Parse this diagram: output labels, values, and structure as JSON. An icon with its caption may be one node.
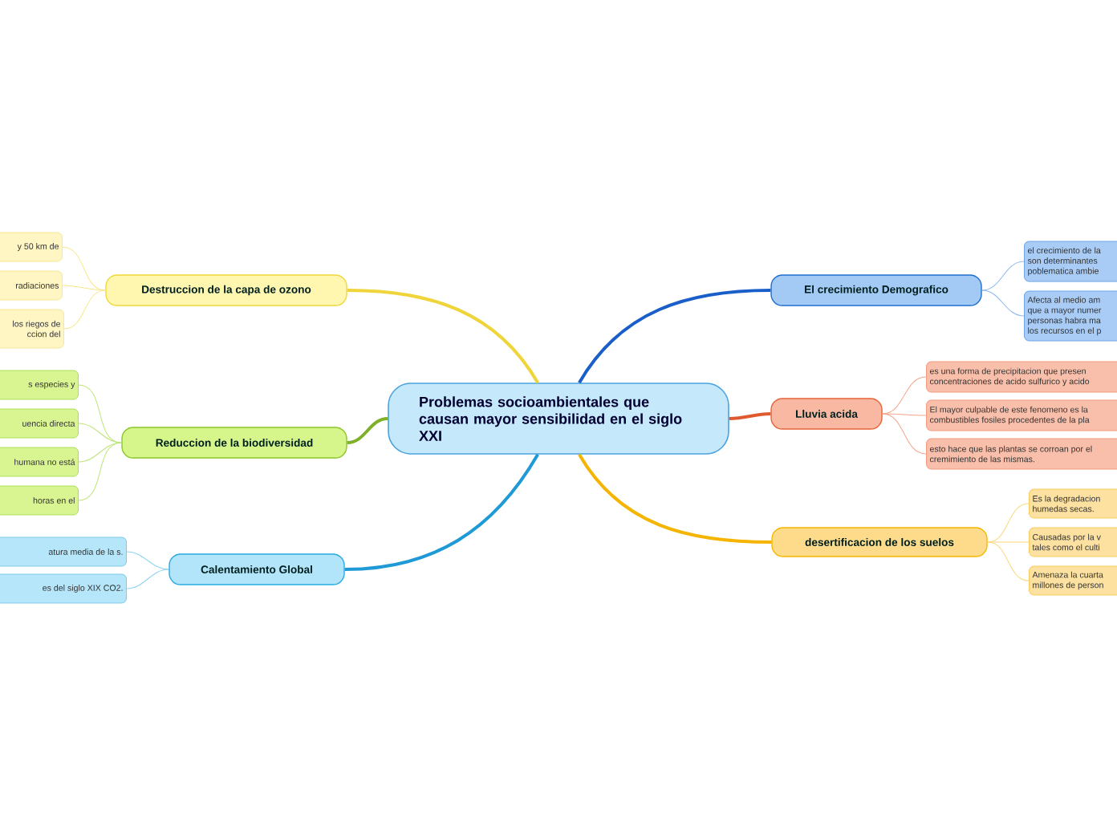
{
  "diagram": {
    "nodes": [
      {
        "text": [
          "Problemas socioambientales que causan mayor sensibilidad en el siglo XXI"
        ]
      },
      {
        "text": [
          "El crecimiento Demografico"
        ]
      },
      {
        "text": [
          "el crecimiento de la son determinantes poblematica ambie"
        ]
      },
      {
        "text": [
          "Afecta al medio am que a mayor numer personas habra ma los recursos en el p"
        ]
      },
      {
        "text": [
          "Lluvia acida"
        ]
      },
      {
        "text": [
          "es una forma de precipitacion que presen concentraciones de acido sulfurico y acido"
        ]
      },
      {
        "text": [
          "El mayor culpable de este fenomeno es la combustibles fosiles procedentes de la pla"
        ]
      },
      {
        "text": [
          "esto hace que las plantas se corroan por el cremimiento de las mismas."
        ]
      },
      {
        "text": [
          "desertificacion de los suelos"
        ]
      },
      {
        "text": [
          "Es la degradacion humedas secas."
        ]
      },
      {
        "text": [
          "Causadas por la v tales como el culti"
        ]
      },
      {
        "text": [
          "Amenaza la cuarta millones de person"
        ]
      },
      {
        "text": [
          "Destruccion de la capa de ozono"
        ]
      },
      {
        "text": [
          "y 50 km de"
        ]
      },
      {
        "text": [
          "radiaciones"
        ]
      },
      {
        "text": [
          "los riegos de ccion del"
        ]
      },
      {
        "text": [
          "Reduccion de la biodiversidad"
        ]
      },
      {
        "text": [
          "s especies y"
        ]
      },
      {
        "text": [
          "uencia directa"
        ]
      },
      {
        "text": [
          "humana no está"
        ]
      },
      {
        "text": [
          "horas en el"
        ]
      },
      {
        "text": [
          "Calentamiento Global"
        ]
      },
      {
        "text": [
          "atura media de la s."
        ]
      },
      {
        "text": [
          "es del siglo XIX CO2."
        ]
      }
    ],
    "edges": [
      {
        "from": 0,
        "to": 1,
        "arrow": "none",
        "style": "thick",
        "color": "#1a5fc9"
      },
      {
        "from": 1,
        "to": 2,
        "arrow": "none",
        "color": "#8bb8ef"
      },
      {
        "from": 1,
        "to": 3,
        "arrow": "none",
        "color": "#8bb8ef"
      },
      {
        "from": 0,
        "to": 4,
        "arrow": "none",
        "style": "thick",
        "color": "#e05a2f"
      },
      {
        "from": 4,
        "to": 5,
        "arrow": "none",
        "color": "#f6a58c"
      },
      {
        "from": 4,
        "to": 6,
        "arrow": "none",
        "color": "#f6a58c"
      },
      {
        "from": 4,
        "to": 7,
        "arrow": "none",
        "color": "#f6a58c"
      },
      {
        "from": 0,
        "to": 8,
        "arrow": "none",
        "style": "thick",
        "color": "#f5b400"
      },
      {
        "from": 8,
        "to": 9,
        "arrow": "none",
        "color": "#fbd57a"
      },
      {
        "from": 8,
        "to": 10,
        "arrow": "none",
        "color": "#fbd57a"
      },
      {
        "from": 8,
        "to": 11,
        "arrow": "none",
        "color": "#fbd57a"
      },
      {
        "from": 0,
        "to": 12,
        "arrow": "none",
        "style": "thick",
        "color": "#efd43a"
      },
      {
        "from": 12,
        "to": 13,
        "arrow": "none",
        "color": "#f7e78a"
      },
      {
        "from": 12,
        "to": 14,
        "arrow": "none",
        "color": "#f7e78a"
      },
      {
        "from": 12,
        "to": 15,
        "arrow": "none",
        "color": "#f7e78a"
      },
      {
        "from": 0,
        "to": 16,
        "arrow": "none",
        "style": "thick",
        "color": "#7fb02a"
      },
      {
        "from": 16,
        "to": 17,
        "arrow": "none",
        "color": "#bfe47a"
      },
      {
        "from": 16,
        "to": 18,
        "arrow": "none",
        "color": "#bfe47a"
      },
      {
        "from": 16,
        "to": 19,
        "arrow": "none",
        "color": "#bfe47a"
      },
      {
        "from": 16,
        "to": 20,
        "arrow": "none",
        "color": "#bfe47a"
      },
      {
        "from": 0,
        "to": 21,
        "arrow": "none",
        "style": "thick",
        "color": "#1f9ad6"
      },
      {
        "from": 21,
        "to": 22,
        "arrow": "none",
        "color": "#8fd3f2"
      },
      {
        "from": 21,
        "to": 23,
        "arrow": "none",
        "color": "#8fd3f2"
      }
    ]
  }
}
